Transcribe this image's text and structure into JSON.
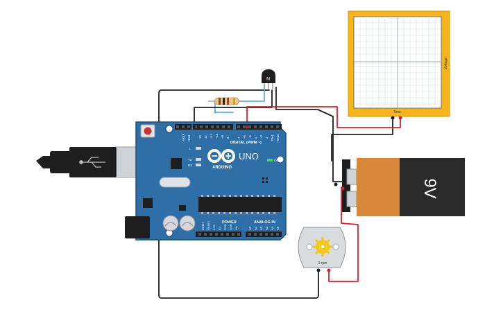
{
  "board": {
    "brand": "ARDUINO",
    "model": "UNO",
    "digital_header_label": "DIGITAL (PWM ~)",
    "power_label": "POWER",
    "analog_label": "ANALOG IN",
    "on_label": "ON",
    "led_l": "L",
    "led_tx": "TX",
    "led_rx": "RX",
    "aref_pins": [
      "AREF",
      "GND"
    ],
    "digital_pins": [
      "13",
      "12",
      "~11",
      "~10",
      "~9",
      "8",
      "7",
      "~6",
      "~5",
      "4",
      "~3",
      "2",
      "TX▸1",
      "RX◂0"
    ],
    "power_pins": [
      "IOREF",
      "RESET",
      "3.3V",
      "5V",
      "GND",
      "GND",
      "Vin"
    ],
    "analog_pins": [
      "A0",
      "A1",
      "A2",
      "A3",
      "A4",
      "A5"
    ]
  },
  "transistor": {
    "label": "N"
  },
  "battery": {
    "label": "9V"
  },
  "motor": {
    "label": "0 rpm"
  },
  "oscilloscope": {
    "x_label": "Time",
    "y_label": "Voltage"
  },
  "colors": {
    "board_blue": "#2f6fa8",
    "board_edge": "#1f4e7d",
    "wire_black": "#1e1e1e",
    "wire_red": "#d2232a",
    "wire_blue": "#5ab4d6",
    "scope_frame": "#f4b41a",
    "battery_orange": "#d9873a",
    "battery_black": "#2a2a2a"
  }
}
